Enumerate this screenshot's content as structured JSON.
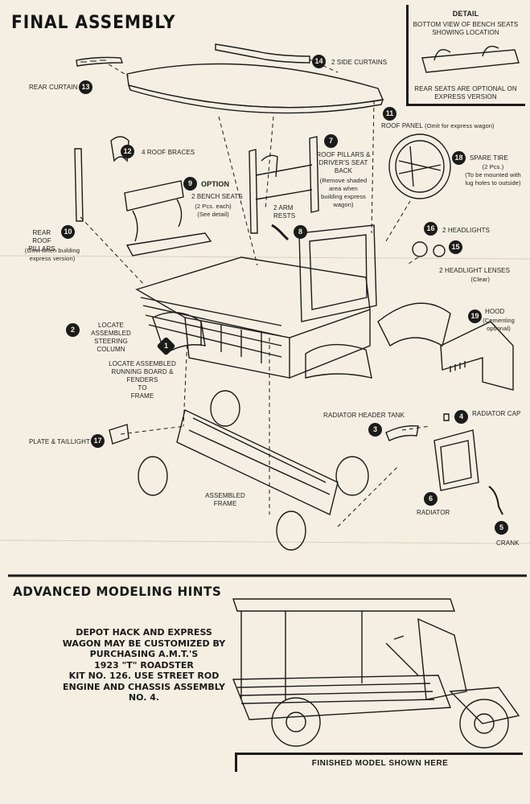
{
  "header": {
    "title": "Final Assembly"
  },
  "detail": {
    "title": "DETAIL",
    "caption": [
      "BOTTOM VIEW OF BENCH SEATS",
      "SHOWING LOCATION"
    ],
    "note": [
      "REAR SEATS ARE OPTIONAL ON",
      "EXPRESS VERSION"
    ]
  },
  "parts": {
    "p1": {
      "num": "1",
      "label": [
        "LOCATE ASSEMBLED",
        "RUNNING BOARD & FENDERS",
        "TO",
        "FRAME"
      ]
    },
    "p2": {
      "num": "2",
      "label": [
        "LOCATE ASSEMBLED",
        "STEERING",
        "COLUMN"
      ]
    },
    "p3": {
      "num": "3",
      "label": [
        "RADIATOR HEADER TANK"
      ]
    },
    "p4": {
      "num": "4",
      "label": [
        "RADIATOR CAP"
      ]
    },
    "p5": {
      "num": "5",
      "label": [
        "CRANK"
      ]
    },
    "p6": {
      "num": "6",
      "label": [
        "RADIATOR"
      ]
    },
    "p7": {
      "num": "7",
      "label": [
        "ROOF PILLARS &",
        "DRIVER'S SEAT",
        "BACK"
      ],
      "note": [
        "(Remove shaded",
        "area when",
        "building express",
        "wagon)"
      ]
    },
    "p8": {
      "num": "8",
      "label": [
        "2 ARM",
        "RESTS"
      ]
    },
    "p9": {
      "num": "9",
      "label": [
        "OPTION",
        "2 BENCH SEATS"
      ],
      "note": [
        "(2 Pcs. each)",
        "(See detail)"
      ]
    },
    "p10": {
      "num": "10",
      "label": [
        "REAR ROOF",
        "PILLARS"
      ],
      "note": [
        "(Omit when building",
        "express version)"
      ]
    },
    "p11": {
      "num": "11",
      "label": [
        "ROOF PANEL"
      ],
      "note": [
        "(Omit for express wagon)"
      ]
    },
    "p12": {
      "num": "12",
      "label": [
        "4 ROOF BRACES"
      ]
    },
    "p13": {
      "num": "13",
      "label": [
        "REAR CURTAIN"
      ]
    },
    "p14": {
      "num": "14",
      "label": [
        "2 SIDE CURTAINS"
      ]
    },
    "p15": {
      "num": "15",
      "label": [
        "2 HEADLIGHT LENSES"
      ],
      "note": [
        "(Clear)"
      ]
    },
    "p16": {
      "num": "16",
      "label": [
        "2 HEADLIGHTS"
      ]
    },
    "p17": {
      "num": "17",
      "label": [
        "PLATE & TAILLIGHT"
      ]
    },
    "p18": {
      "num": "18",
      "label": [
        "SPARE TIRE"
      ],
      "note": [
        "(2 Pcs.)",
        "(To be mounted with",
        "lug holes to outside)"
      ]
    },
    "p19": {
      "num": "19",
      "label": [
        "HOOD"
      ],
      "note": [
        "(Cementing",
        "optional)"
      ]
    },
    "frame": {
      "label": [
        "ASSEMBLED",
        "FRAME"
      ]
    }
  },
  "hints": {
    "title": "ADVANCED MODELING HINTS",
    "text": [
      "DEPOT HACK AND EXPRESS",
      "WAGON MAY BE CUSTOMIZED BY",
      "PURCHASING A.M.T.'S",
      "1923 \"T\" ROADSTER",
      "KIT NO. 126. USE STREET ROD",
      "ENGINE AND CHASSIS ASSEMBLY",
      "NO. 4."
    ],
    "caption": "FINISHED MODEL SHOWN HERE"
  }
}
